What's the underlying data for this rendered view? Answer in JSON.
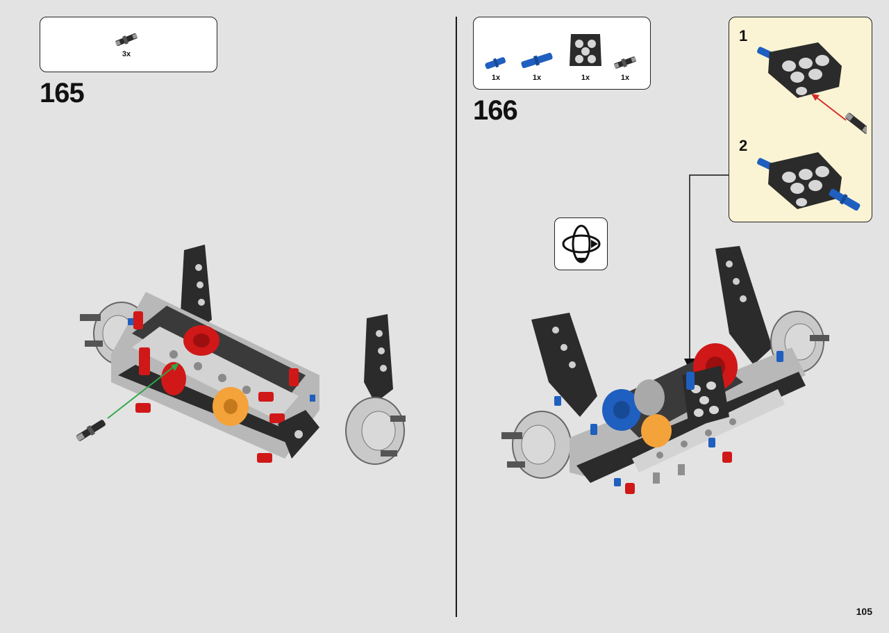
{
  "page": {
    "number": "105"
  },
  "steps": [
    {
      "number": "165",
      "parts": [
        {
          "icon": "axle-pin-black-icon",
          "qty": "3x"
        }
      ]
    },
    {
      "number": "166",
      "parts": [
        {
          "icon": "axle-pin-blue-short-icon",
          "qty": "1x"
        },
        {
          "icon": "axle-pin-blue-long-icon",
          "qty": "1x"
        },
        {
          "icon": "beam-block-black-icon",
          "qty": "1x"
        },
        {
          "icon": "axle-pin-black-icon",
          "qty": "1x"
        }
      ],
      "callout": {
        "substeps": [
          "1",
          "2"
        ]
      },
      "rotate_icon": "rotate-model-icon"
    }
  ],
  "colors": {
    "background": "#e3e3e3",
    "callout_background": "#fbf4d4",
    "part_black": "#2b2b2b",
    "part_gray": "#c9c9c9",
    "part_red": "#d01818",
    "part_blue": "#1f5fbf",
    "part_orange": "#f4a23a",
    "arrow_green": "#2fa84a",
    "arrow_red": "#d62a2a"
  }
}
